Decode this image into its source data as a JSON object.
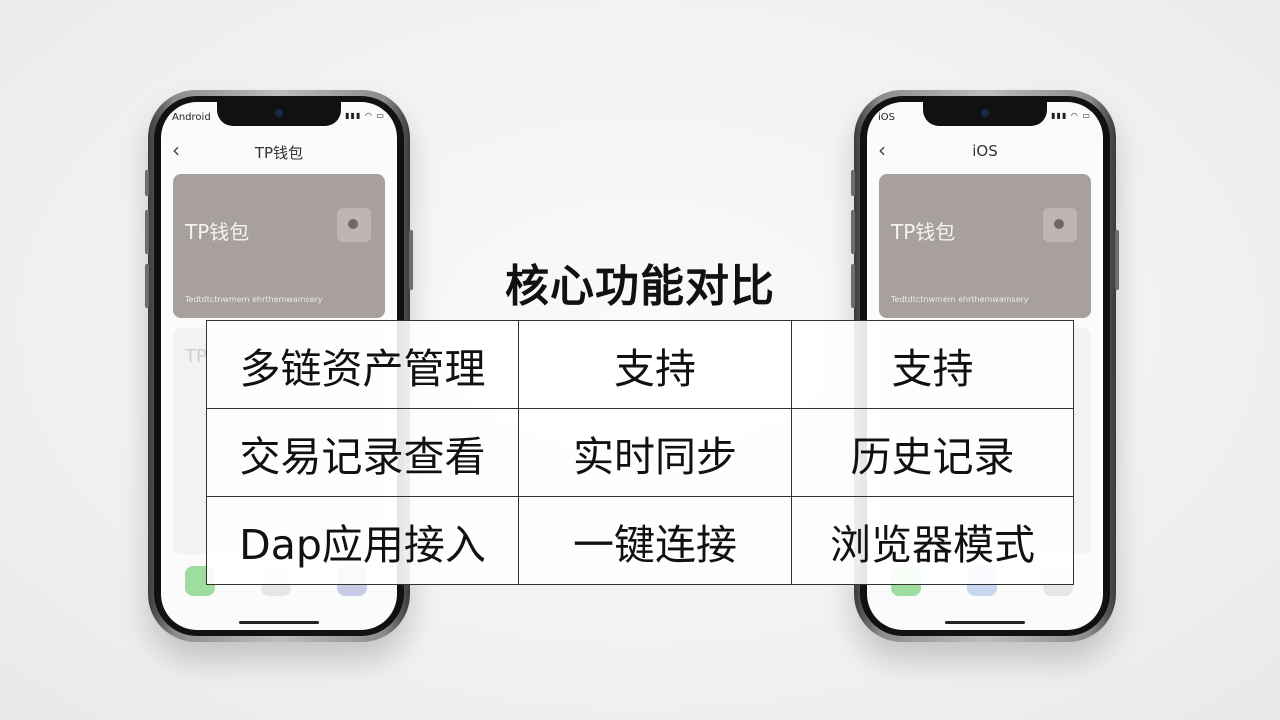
{
  "phones": [
    {
      "status_label": "Android",
      "status_icons": "▮▮▮ ◠ ▭",
      "back_glyph": "‹",
      "nav_title": "TP钱包",
      "card_title": "TP钱包",
      "card_subtext": "Tedtdtctnwmem ehrthemwamsery",
      "second_card_title": "TP钱",
      "dock_colors": [
        "#9fdc9f",
        "#e6e6e6",
        "#c8cbe6"
      ]
    },
    {
      "status_label": "iOS",
      "status_icons": "▮▮▮ ◠ ▭",
      "back_glyph": "‹",
      "nav_title": "iOS",
      "card_title": "TP钱包",
      "card_subtext": "Tedtdtctnwmem ehrthemwamsery",
      "second_card_title": "",
      "dock_colors": [
        "#9fdc9f",
        "#c9d7ee",
        "#e6e6e6"
      ]
    }
  ],
  "heading": "核心功能对比",
  "table": {
    "rows": [
      [
        "多链资产管理",
        "支持",
        "支持"
      ],
      [
        "交易记录查看",
        "实时同步",
        "历史记录"
      ],
      [
        "Dap应用接入",
        "一键连接",
        "浏览器模式"
      ]
    ]
  },
  "colors": {
    "card": "#a8a09f",
    "text": "#111111",
    "border": "#333333"
  }
}
